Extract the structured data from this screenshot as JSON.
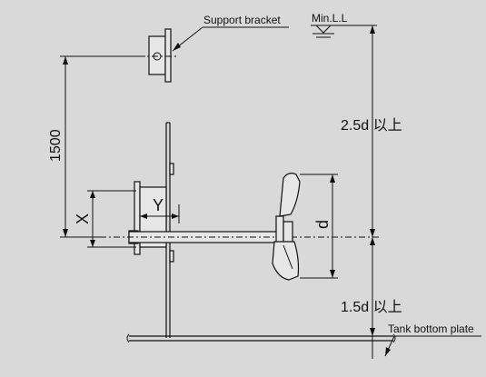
{
  "labels": {
    "support_bracket": "Support bracket",
    "min_ll": "Min.L.L",
    "dim_1500": "1500",
    "dim_x": "X",
    "dim_y": "Y",
    "dim_d": "d",
    "upper_clearance": "2.5d 以上",
    "lower_clearance": "1.5d 以上",
    "tank_bottom": "Tank bottom plate"
  },
  "colors": {
    "background": "#d9d9d9",
    "line": "#111111",
    "part_fill": "#e6e6e6"
  }
}
